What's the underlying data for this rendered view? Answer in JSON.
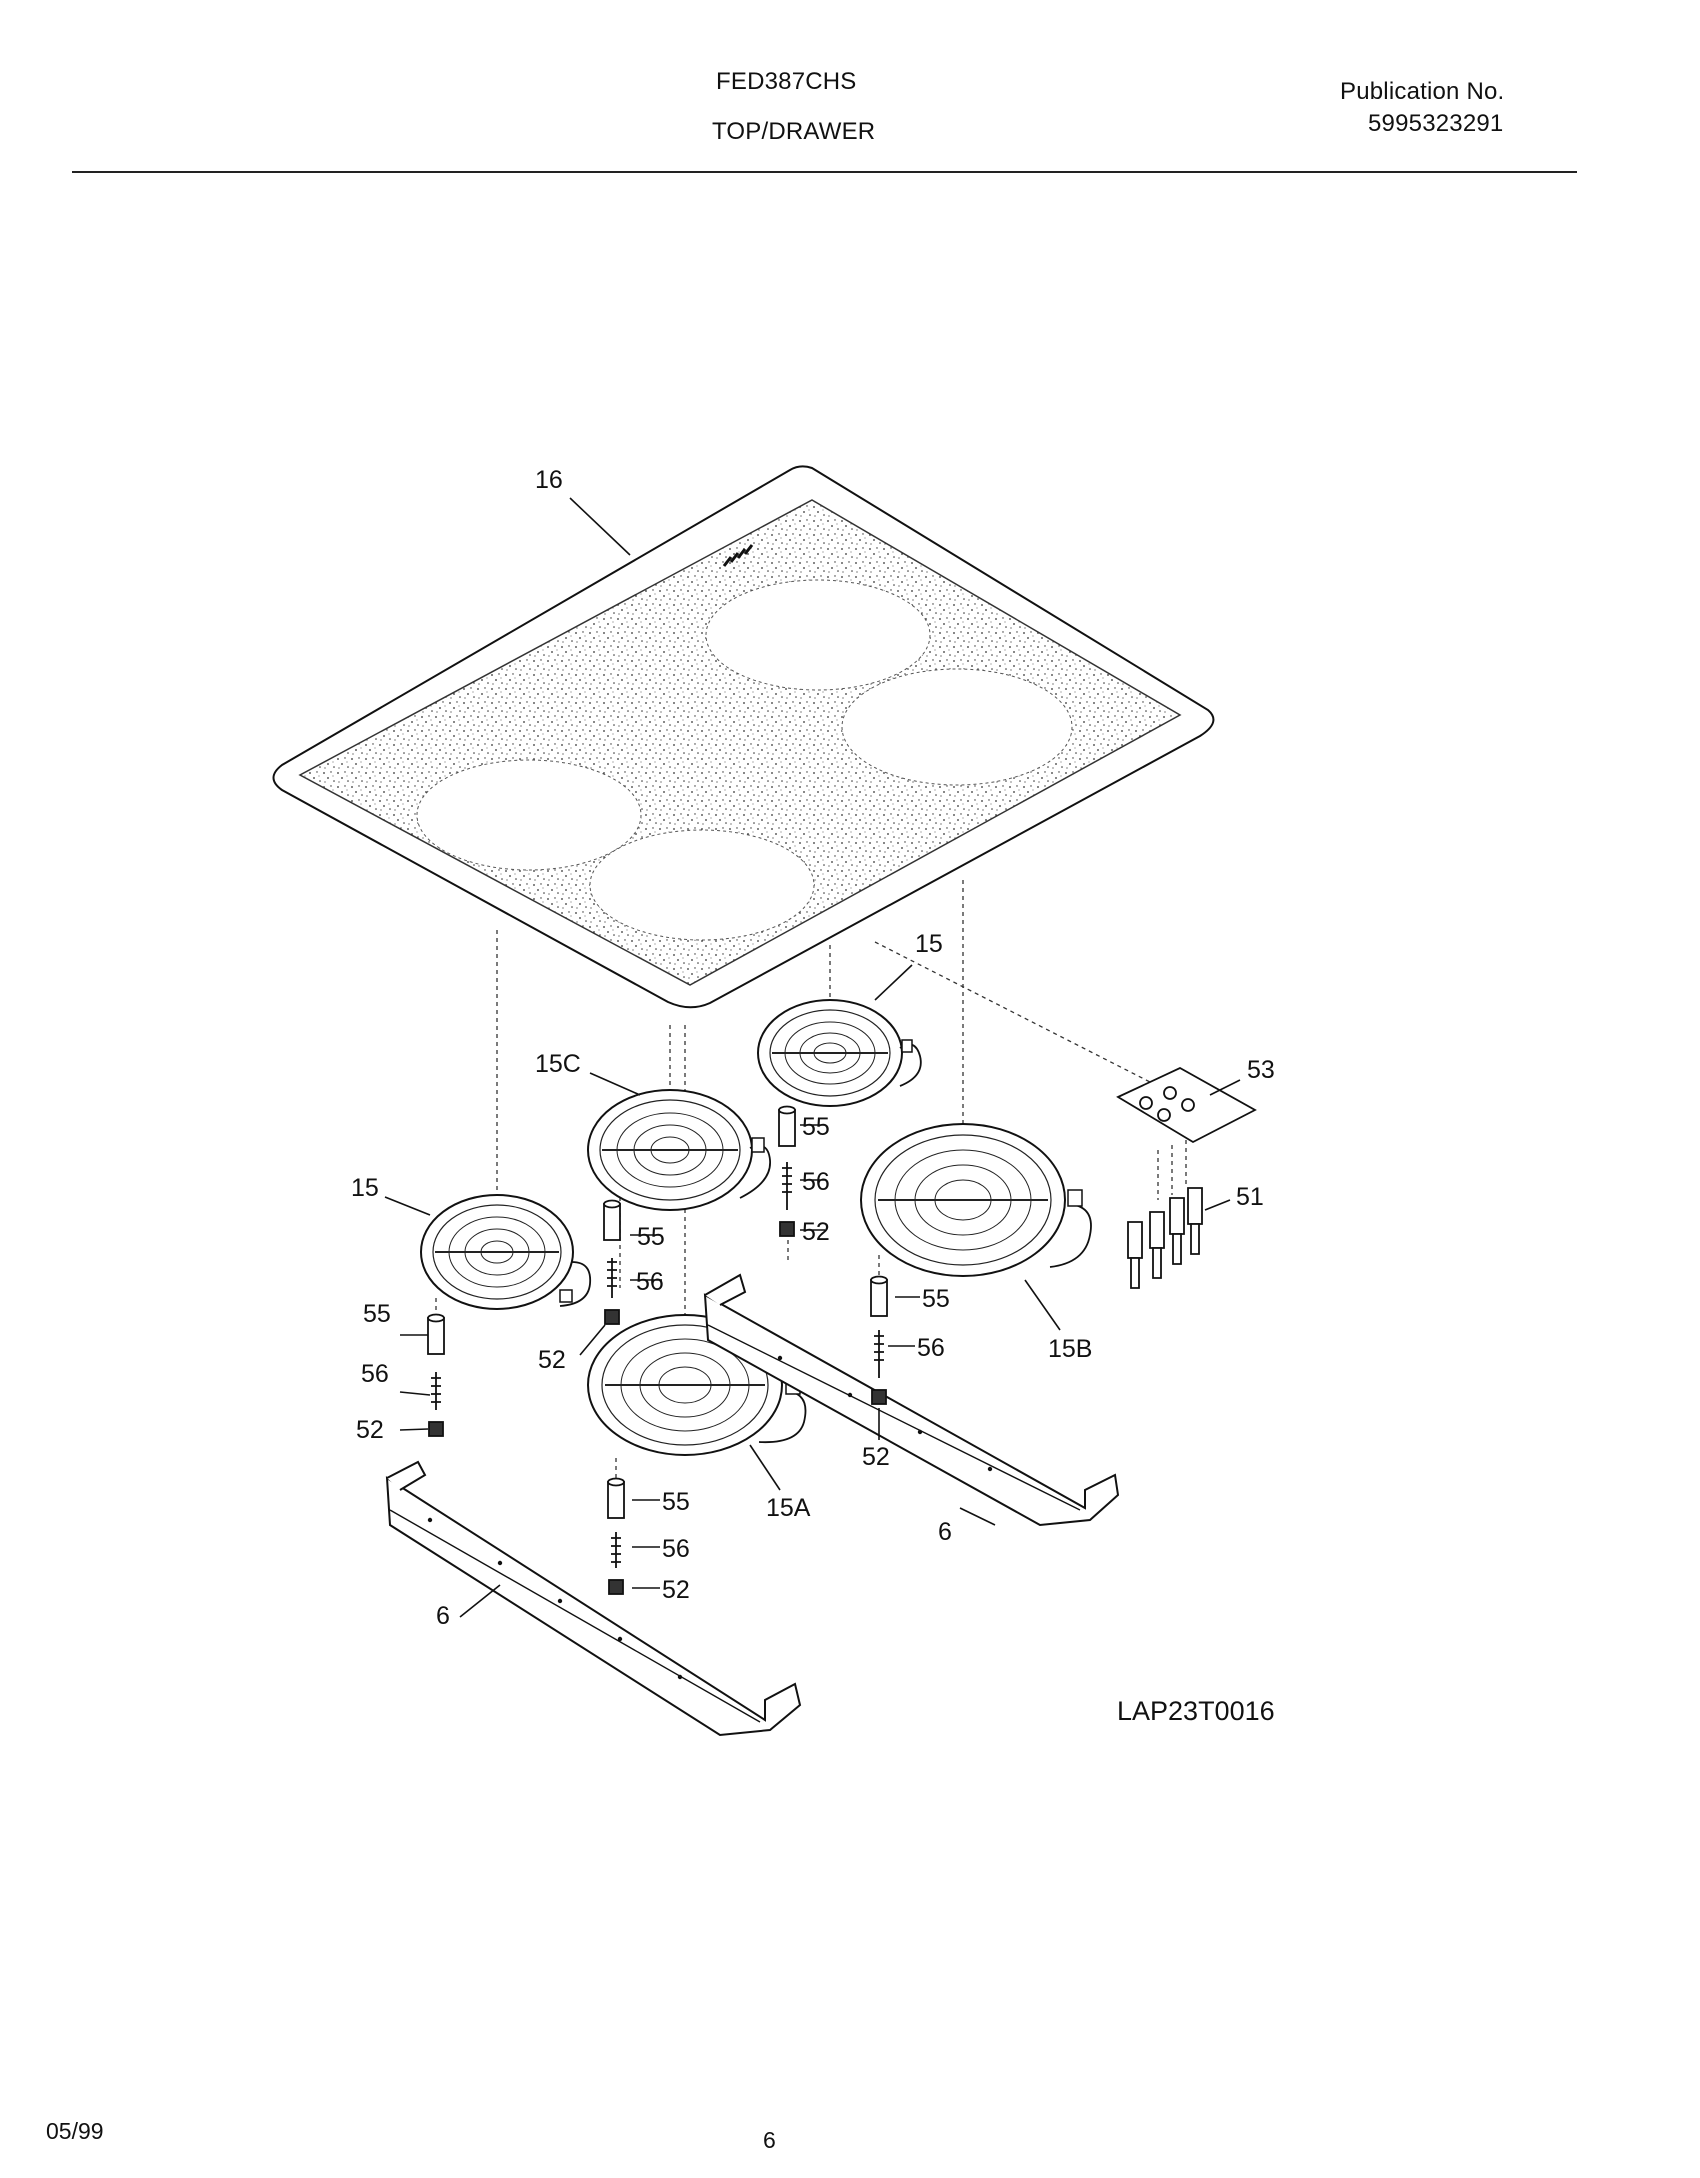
{
  "header": {
    "model": "FED387CHS",
    "section": "TOP/DRAWER",
    "publication_label": "Publication No.",
    "publication_number": "5995323291"
  },
  "diagram": {
    "figure_code": "LAP23T0016",
    "callouts": {
      "top": "16",
      "el_rear_right": "15",
      "el_rear_left": "15C",
      "el_left": "15",
      "el_right": "15B",
      "el_front": "15A",
      "bracket_front": "6",
      "bracket_rear": "6",
      "plate": "53",
      "switches": "51",
      "sp_a": "55",
      "sc_a": "56",
      "nt_a": "52",
      "sp_b": "55",
      "sc_b": "56",
      "nt_b": "52",
      "sp_c": "55",
      "sc_c": "56",
      "nt_c": "52",
      "sp_d": "55",
      "sc_d": "56",
      "nt_d": "52",
      "sp_e": "55",
      "sc_e": "56",
      "nt_e": "52"
    }
  },
  "footer": {
    "date": "05/99",
    "page": "6"
  }
}
